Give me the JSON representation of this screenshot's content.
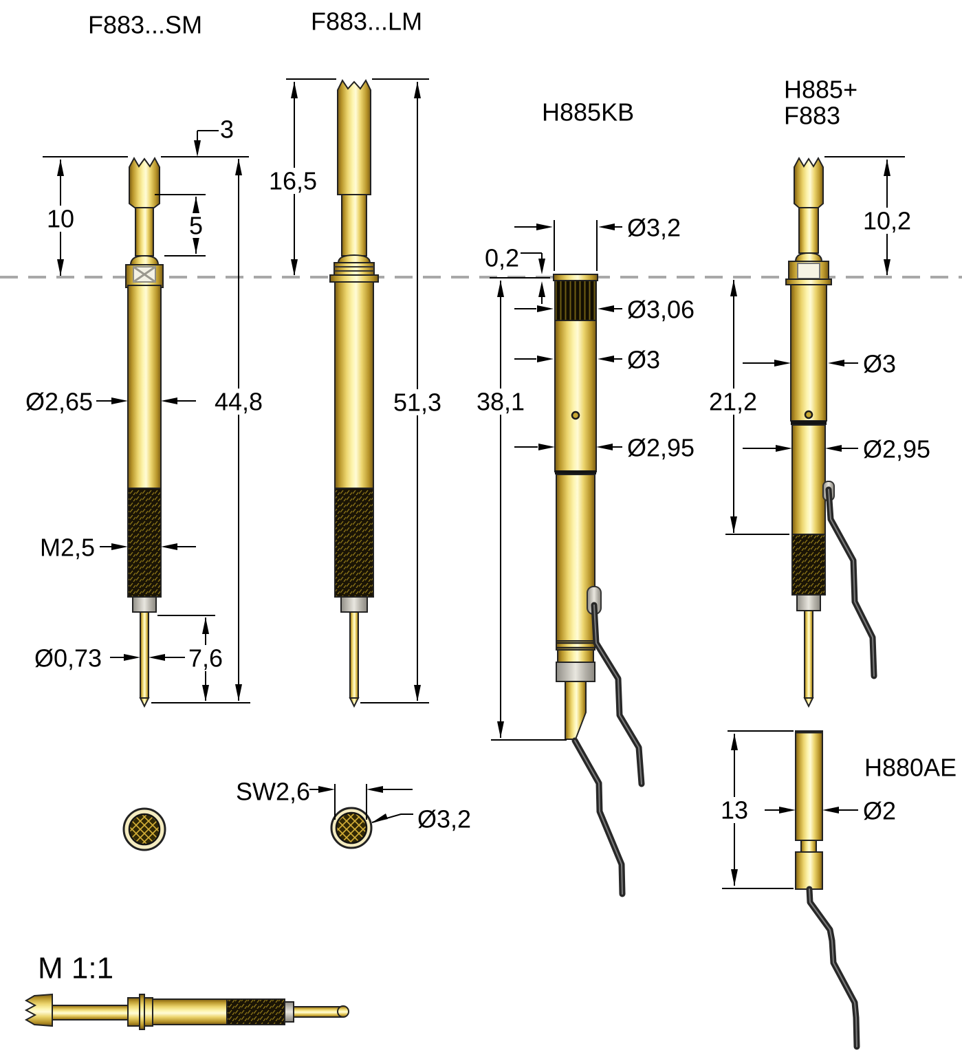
{
  "labels": {
    "probe1_title": "F883...SM",
    "probe2_title": "F883...LM",
    "probe3_title": "H885KB",
    "probe4_title_line1": "H885+",
    "probe4_title_line2": "F883",
    "probe5_title": "H880AE",
    "scale_label": "M 1:1"
  },
  "dimensions": {
    "probe1": {
      "head_offset": "3",
      "top_length": "10",
      "plunger_travel": "5",
      "barrel_diameter": "Ø2,65",
      "overall_length": "44,8",
      "thread": "M2,5",
      "pin_diameter": "Ø0,73",
      "pin_length": "7,6"
    },
    "probe2": {
      "top_length": "16,5",
      "overall_length": "51,3"
    },
    "probe3": {
      "flange_thickness": "0,2",
      "flange_diameter": "Ø3,2",
      "knurl_diameter": "Ø3,06",
      "body_diameter": "Ø3",
      "overall_length": "38,1",
      "lower_diameter": "Ø2,95"
    },
    "probe4": {
      "top_length": "10,2",
      "receptacle_length": "21,2",
      "body_diameter": "Ø3",
      "lower_diameter": "Ø2,95"
    },
    "probe5": {
      "length": "13",
      "diameter": "Ø2"
    },
    "end_view": {
      "wrench_size": "SW2,6",
      "head_diameter": "Ø3,2"
    }
  },
  "colors": {
    "gold_highlight": "#fffbd6",
    "gold_mid": "#ecd56e",
    "gold_shadow": "#7a5c14",
    "thread_dark": "#1a1405",
    "collar_grey": "#c6c3bb",
    "wire_dark": "#282828",
    "dashed_line_grey": "#a8a8a8",
    "background": "#ffffff"
  }
}
